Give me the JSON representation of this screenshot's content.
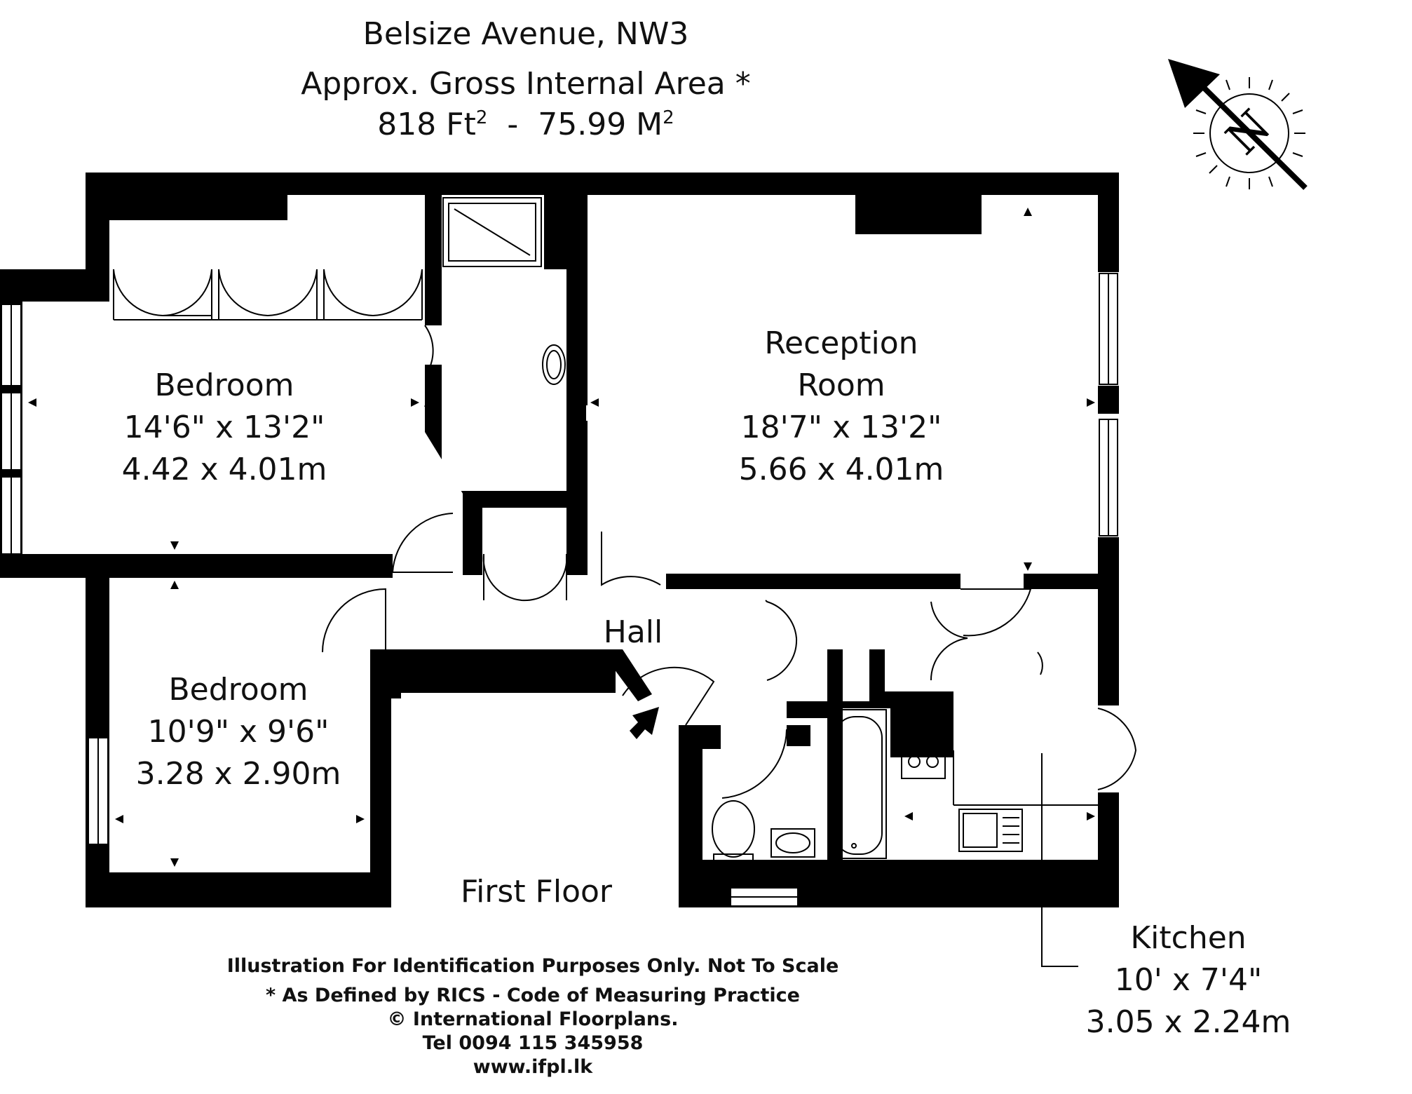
{
  "header": {
    "address": "Belsize Avenue, NW3",
    "area_label": "Approx. Gross Internal Area *",
    "area_ft": "818 Ft",
    "area_separator": "-",
    "area_m": "75.99 M",
    "superscript": "2"
  },
  "compass": {
    "letter": "N"
  },
  "rooms": {
    "bedroom1": {
      "name": "Bedroom",
      "imperial": "14'6\" x 13'2\"",
      "metric": "4.42 x 4.01m"
    },
    "reception": {
      "name_line1": "Reception",
      "name_line2": "Room",
      "imperial": "18'7\" x 13'2\"",
      "metric": "5.66 x 4.01m"
    },
    "bedroom2": {
      "name": "Bedroom",
      "imperial": "10'9\" x 9'6\"",
      "metric": "3.28 x 2.90m"
    },
    "hall": {
      "name": "Hall"
    },
    "kitchen": {
      "name": "Kitchen",
      "imperial": "10' x 7'4\"",
      "metric": "3.05 x 2.24m"
    }
  },
  "floor_label": "First Floor",
  "footer": {
    "disclaimer": "Illustration For Identification Purposes Only. Not To Scale",
    "rics": "* As Defined by RICS - Code of Measuring Practice",
    "copyright": "© International Floorplans.",
    "tel": "Tel 0094 115 345958",
    "web": "www.ifpl.lk"
  }
}
